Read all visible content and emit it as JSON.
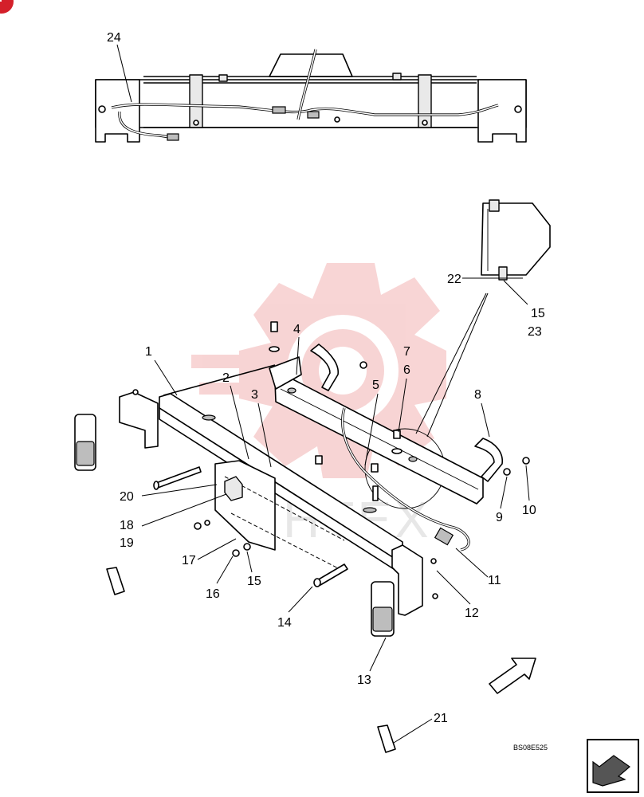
{
  "diagram_code": "BS08E525",
  "watermark": "ИНТЕХ",
  "callouts": [
    "24",
    "22",
    "15",
    "23",
    "4",
    "1",
    "7",
    "6",
    "2",
    "3",
    "5",
    "8",
    "9",
    "10",
    "20",
    "18",
    "19",
    "17",
    "16",
    "15",
    "11",
    "14",
    "12",
    "13",
    "21"
  ],
  "colors": {
    "line": "#000000",
    "watermark": "#f5c6c6",
    "corner_badge": "#d4202a"
  },
  "icons": [
    "corner-badge-icon",
    "watermark-gear-icon",
    "direction-arrow-icon",
    "nav-arrow-icon"
  ]
}
